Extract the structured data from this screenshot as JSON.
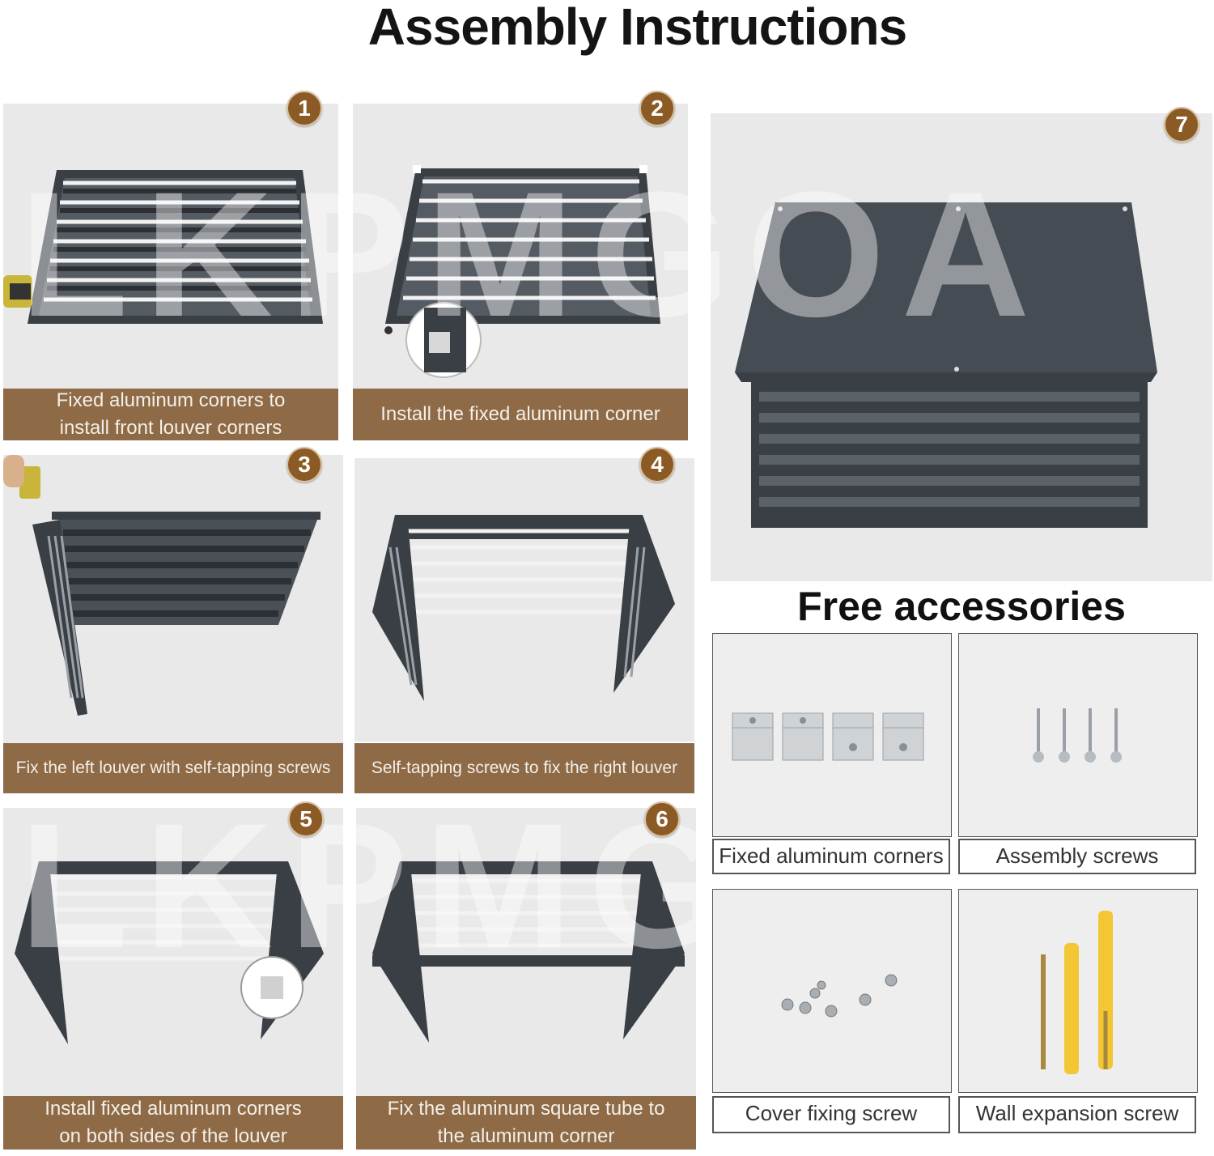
{
  "title": "Assembly Instructions",
  "watermark": "LKPMGOA",
  "steps": [
    {
      "number": "1",
      "caption_line1": "Fixed aluminum corners to",
      "caption_line2": "install front louver corners"
    },
    {
      "number": "2",
      "caption_line1": "Install the fixed aluminum corner",
      "caption_line2": ""
    },
    {
      "number": "3",
      "caption_line1": "Fix the left louver with self-tapping screws",
      "caption_line2": ""
    },
    {
      "number": "4",
      "caption_line1": "Self-tapping screws to fix the right louver",
      "caption_line2": ""
    },
    {
      "number": "5",
      "caption_line1": "Install fixed aluminum corners",
      "caption_line2": "on both sides of the louver"
    },
    {
      "number": "6",
      "caption_line1": "Fix the aluminum square tube to",
      "caption_line2": "the aluminum corner"
    },
    {
      "number": "7"
    }
  ],
  "accessories": {
    "title": "Free accessories",
    "items": [
      {
        "label": "Fixed aluminum corners",
        "icon": "aluminum-corner-icon"
      },
      {
        "label": "Assembly screws",
        "icon": "screw-icon"
      },
      {
        "label": "Cover fixing screw",
        "icon": "small-screw-icon"
      },
      {
        "label": "Wall expansion screw",
        "icon": "wall-anchor-icon"
      }
    ]
  },
  "colors": {
    "caption_bg": "#8e6b46",
    "badge": "#8b5a25",
    "frame": "#3a3f45",
    "panel_bg": "#e9e9e9"
  }
}
